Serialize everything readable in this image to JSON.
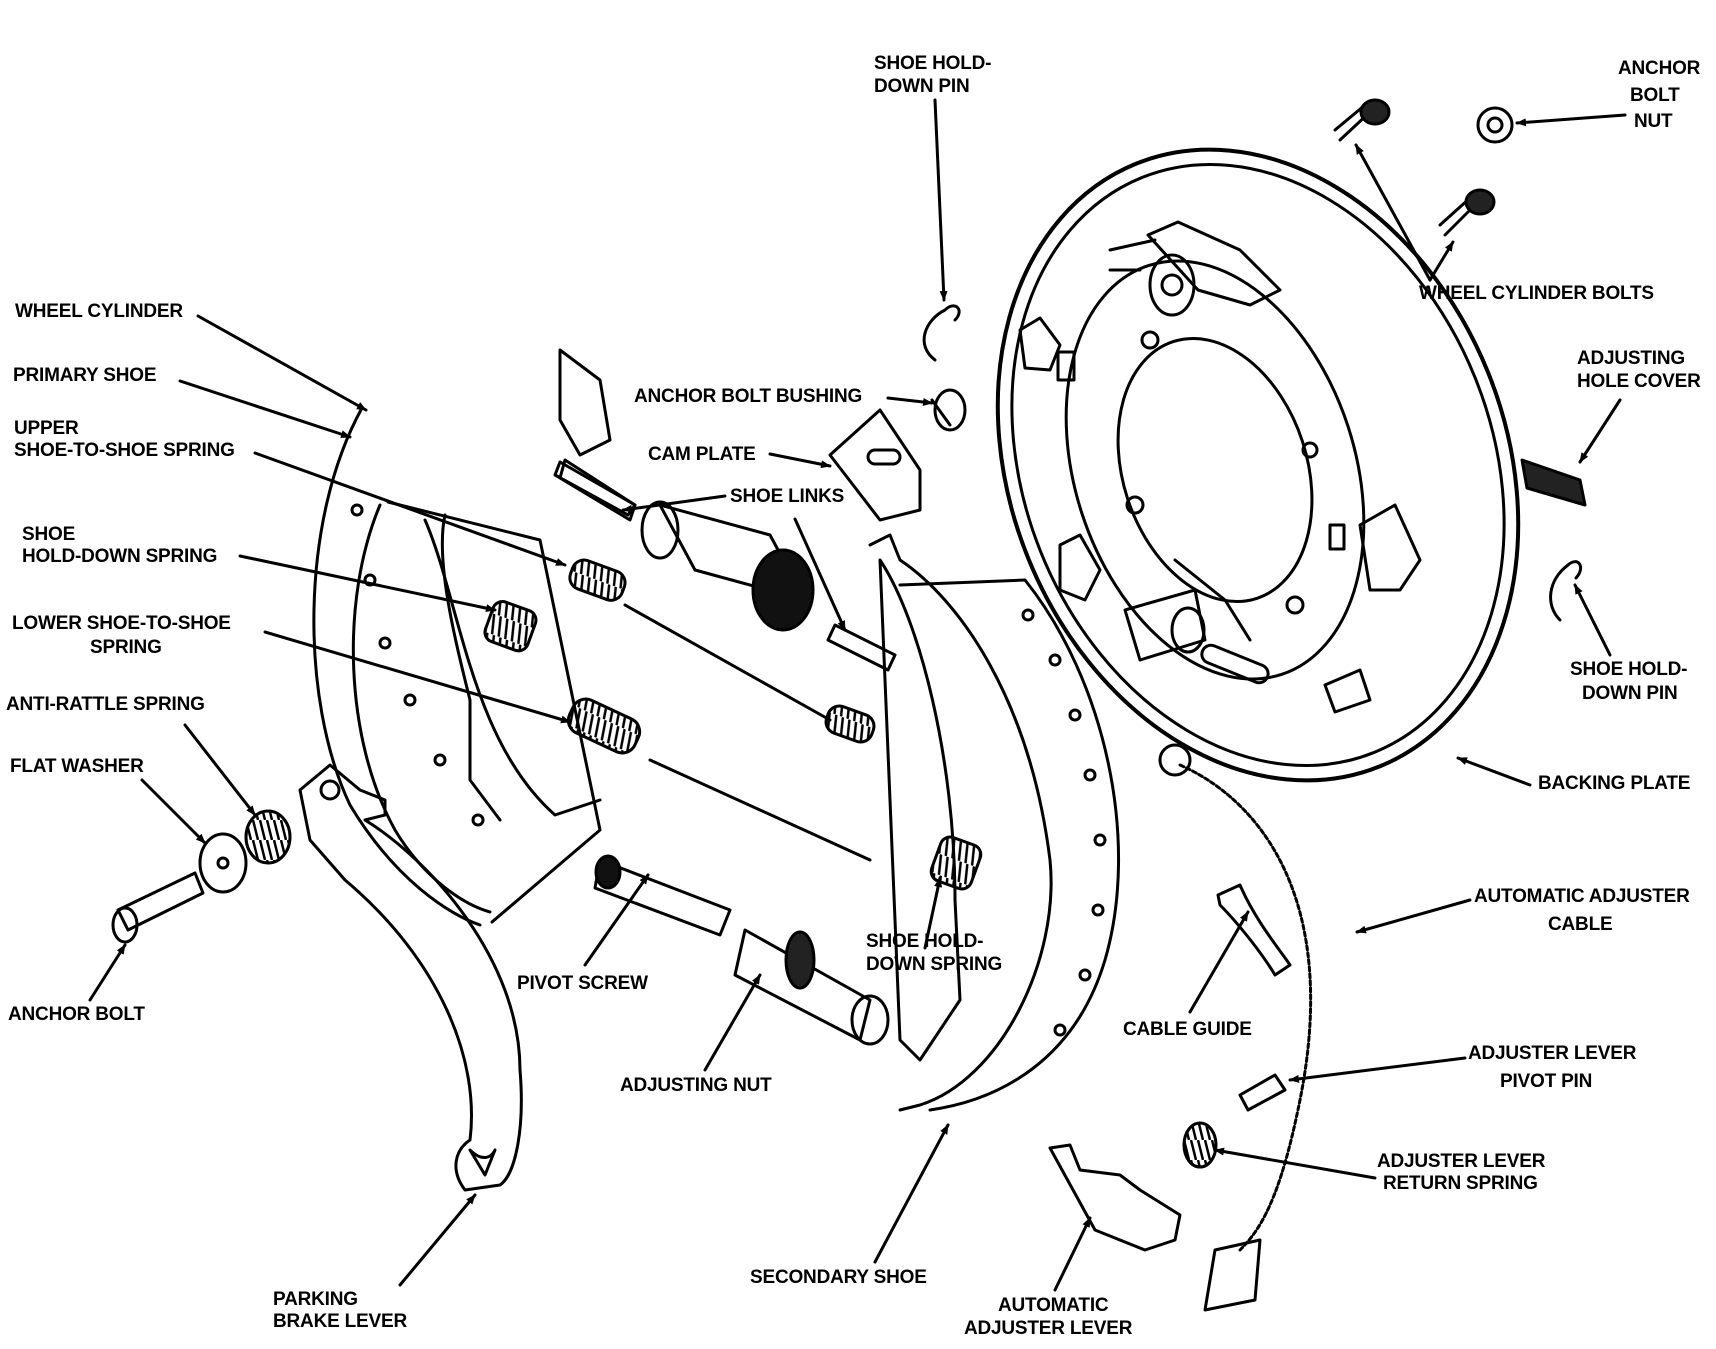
{
  "labels": {
    "wheel_cylinder": "WHEEL CYLINDER",
    "primary_shoe": "PRIMARY SHOE",
    "upper_spring_1": "UPPER",
    "upper_spring_2": "SHOE-TO-SHOE SPRING",
    "holddown_spring_left_1": "SHOE",
    "holddown_spring_left_2": "HOLD-DOWN SPRING",
    "lower_spring_1": "LOWER SHOE-TO-SHOE",
    "lower_spring_2": "SPRING",
    "anti_rattle_spring": "ANTI-RATTLE SPRING",
    "flat_washer": "FLAT WASHER",
    "anchor_bolt": "ANCHOR BOLT",
    "parking_brake_lever_1": "PARKING",
    "parking_brake_lever_2": "BRAKE LEVER",
    "pivot_screw": "PIVOT SCREW",
    "adjusting_nut": "ADJUSTING NUT",
    "anchor_bolt_bushing": "ANCHOR BOLT BUSHING",
    "cam_plate": "CAM PLATE",
    "shoe_links": "SHOE LINKS",
    "holddown_pin_top_1": "SHOE HOLD-",
    "holddown_pin_top_2": "DOWN PIN",
    "holddown_spring_mid_1": "SHOE HOLD-",
    "holddown_spring_mid_2": "DOWN SPRING",
    "secondary_shoe": "SECONDARY SHOE",
    "anchor_bolt_nut_1": "ANCHOR",
    "anchor_bolt_nut_2": "BOLT",
    "anchor_bolt_nut_3": "NUT",
    "wheel_cylinder_bolts": "WHEEL CYLINDER BOLTS",
    "adjusting_hole_cover_1": "ADJUSTING",
    "adjusting_hole_cover_2": "HOLE COVER",
    "holddown_pin_right_1": "SHOE HOLD-",
    "holddown_pin_right_2": "DOWN PIN",
    "backing_plate": "BACKING PLATE",
    "auto_adjuster_cable_1": "AUTOMATIC ADJUSTER",
    "auto_adjuster_cable_2": "CABLE",
    "cable_guide": "CABLE GUIDE",
    "adjuster_lever_pivot_pin_1": "ADJUSTER LEVER",
    "adjuster_lever_pivot_pin_2": "PIVOT PIN",
    "adjuster_lever_return_spring_1": "ADJUSTER LEVER",
    "adjuster_lever_return_spring_2": "RETURN SPRING",
    "auto_adjuster_lever_1": "AUTOMATIC",
    "auto_adjuster_lever_2": "ADJUSTER  LEVER"
  }
}
